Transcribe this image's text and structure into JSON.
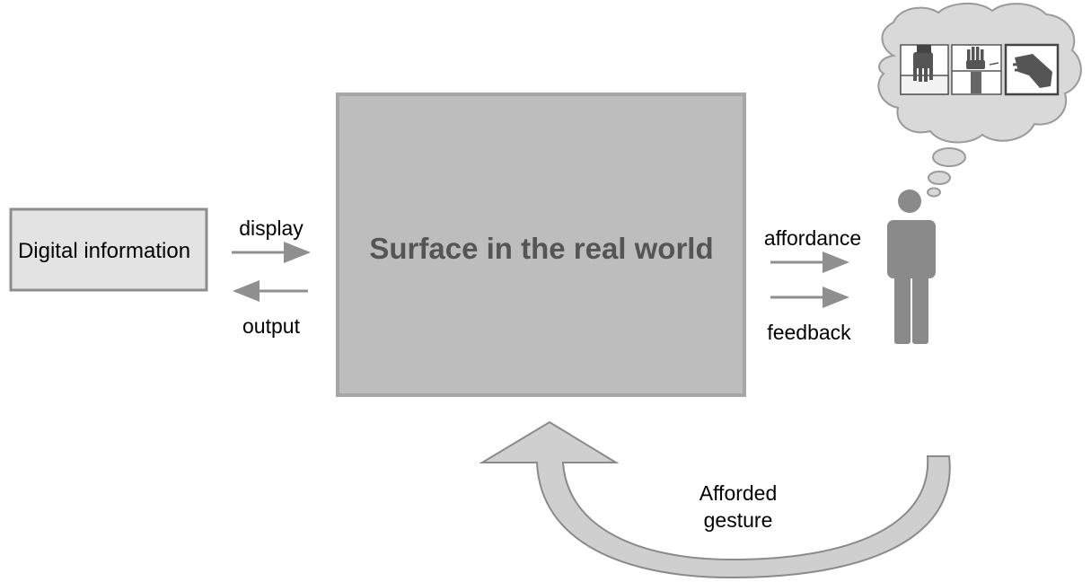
{
  "nodes": {
    "digital_information": "Digital information",
    "surface": "Surface in the real world"
  },
  "edges": {
    "display": "display",
    "output": "output",
    "affordance": "affordance",
    "feedback": "feedback",
    "afforded_gesture_line1": "Afforded",
    "afforded_gesture_line2": "gesture"
  },
  "icons": {
    "person": "person-icon",
    "thought_cloud": "thought-cloud-icon",
    "gesture_images": [
      "hand-press-icon",
      "hand-raise-icon",
      "hand-wave-icon"
    ]
  },
  "colors": {
    "surface_fill": "#bdbdbd",
    "surface_border": "#a6a6a6",
    "info_fill": "#e3e3e3",
    "info_border": "#8c8c8c",
    "arrow": "#8f8f8f",
    "person": "#8a8a8a",
    "cloud_fill": "#d9d9d9",
    "cloud_border": "#9a9a9a",
    "surface_text": "#555555"
  }
}
